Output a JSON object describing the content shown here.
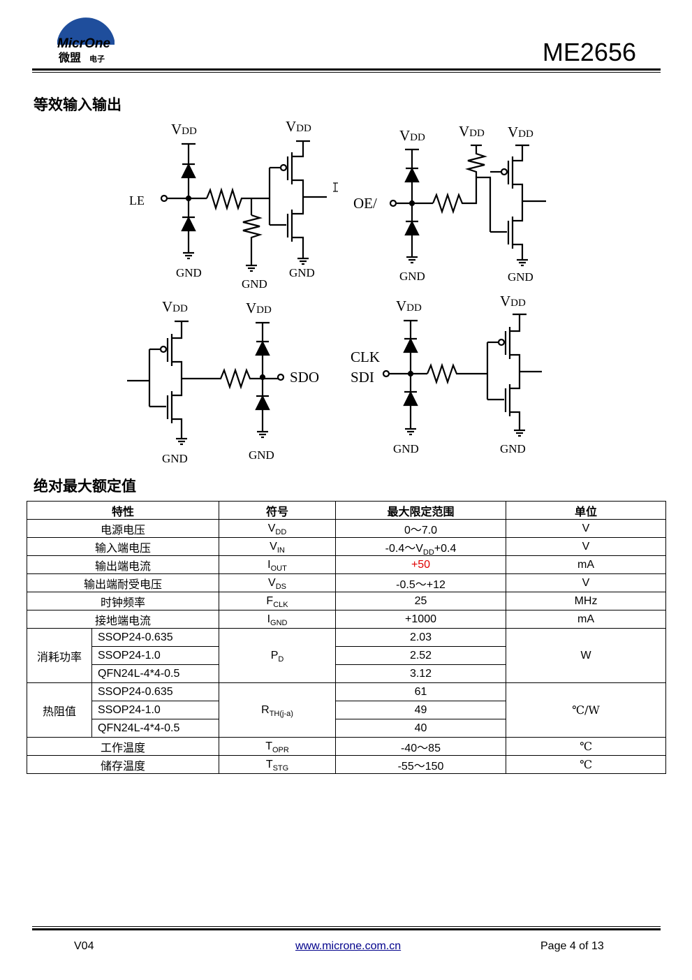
{
  "header": {
    "logo_en": "MicrOne",
    "logo_cn": "微盟",
    "logo_cn_small": "电子",
    "part_number": "ME2656"
  },
  "section1": {
    "title": "等效输入输出"
  },
  "schematic_labels": {
    "vdd": "V",
    "vdd_sub": "DD",
    "gnd": "GND",
    "le": "LE",
    "oe": "OE/",
    "sdo": "SDO",
    "clk": "CLK",
    "sdi": "SDI"
  },
  "section2": {
    "title": "绝对最大额定值"
  },
  "table": {
    "headers": [
      "特性",
      "符号",
      "最大限定范围",
      "单位"
    ],
    "rows_top": [
      {
        "name": "电源电压",
        "sym": "V",
        "sub": "DD",
        "range": "0～7.0",
        "unit": "V"
      },
      {
        "name": "输入端电压",
        "sym": "V",
        "sub": "IN",
        "range_pre": "-0.4～V",
        "range_sub": "DD",
        "range_post": "+0.4",
        "unit": "V"
      },
      {
        "name": "输出端电流",
        "sym": "I",
        "sub": "OUT",
        "range": "+50",
        "unit": "mA"
      },
      {
        "name": "输出端耐受电压",
        "sym": "V",
        "sub": "DS",
        "range": "-0.5～+12",
        "unit": "V"
      },
      {
        "name": "时钟频率",
        "sym": "F",
        "sub": "CLK",
        "range": "25",
        "unit": "MHz"
      },
      {
        "name": "接地端电流",
        "sym": "I",
        "sub": "GND",
        "range": "+1000",
        "unit": "mA"
      }
    ],
    "power": {
      "name": "消耗功率",
      "sym": "P",
      "sub": "D",
      "unit": "W",
      "packages": [
        "SSOP24-0.635",
        "SSOP24-1.0",
        "QFN24L-4*4-0.5"
      ],
      "values": [
        "2.03",
        "2.52",
        "3.12"
      ]
    },
    "thermal": {
      "name": "热阻值",
      "sym": "R",
      "sub": "TH(j-a)",
      "unit": "℃/W",
      "packages": [
        "SSOP24-0.635",
        "SSOP24-1.0",
        "QFN24L-4*4-0.5"
      ],
      "values": [
        "61",
        "49",
        "40"
      ]
    },
    "rows_bottom": [
      {
        "name": "工作温度",
        "sym": "T",
        "sub": "OPR",
        "range": "-40～85",
        "unit": "℃"
      },
      {
        "name": "储存温度",
        "sym": "T",
        "sub": "STG",
        "range": "-55～150",
        "unit": "℃"
      }
    ]
  },
  "footer": {
    "version": "V04",
    "url": "www.microne.com.cn",
    "page": "Page 4 of 13"
  },
  "colors": {
    "highlight": "#e00000",
    "link": "#00008b",
    "logo_blue": "#1f4e9c"
  }
}
